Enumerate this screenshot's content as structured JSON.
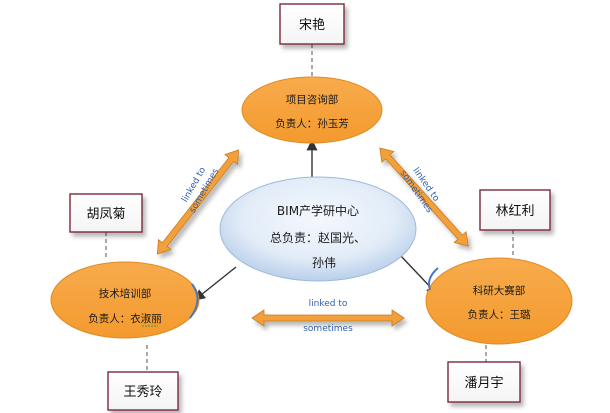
{
  "center": {
    "line1": "BIM产学研中心",
    "line2": "总负责：赵国光、",
    "line3": "孙伟"
  },
  "departments": {
    "top": {
      "name": "项目咨询部",
      "leader": "负责人：孙玉芳"
    },
    "left": {
      "name": "技术培训部",
      "leader": "负责人：衣淑丽"
    },
    "right": {
      "name": "科研大赛部",
      "leader": "负责人：王璐"
    }
  },
  "people": {
    "top": "宋艳",
    "left_top": "胡凤菊",
    "left_bottom": "王秀玲",
    "right_top": "林红利",
    "right_bottom": "潘月宇"
  },
  "links": {
    "left": {
      "word1": "linked to",
      "word2": "sometimes"
    },
    "right": {
      "word1": "linked to",
      "word2": "sometimes"
    },
    "bottom": {
      "word1": "linked to",
      "word2": "sometimes"
    }
  },
  "colors": {
    "orange": "#f6a13c",
    "orange_edge": "#e18a24",
    "blue_light": "#eef4fc",
    "blue_mid": "#c7d9f0",
    "arrow_fill": "#f2a03a",
    "link_text": "#2f5faa"
  }
}
